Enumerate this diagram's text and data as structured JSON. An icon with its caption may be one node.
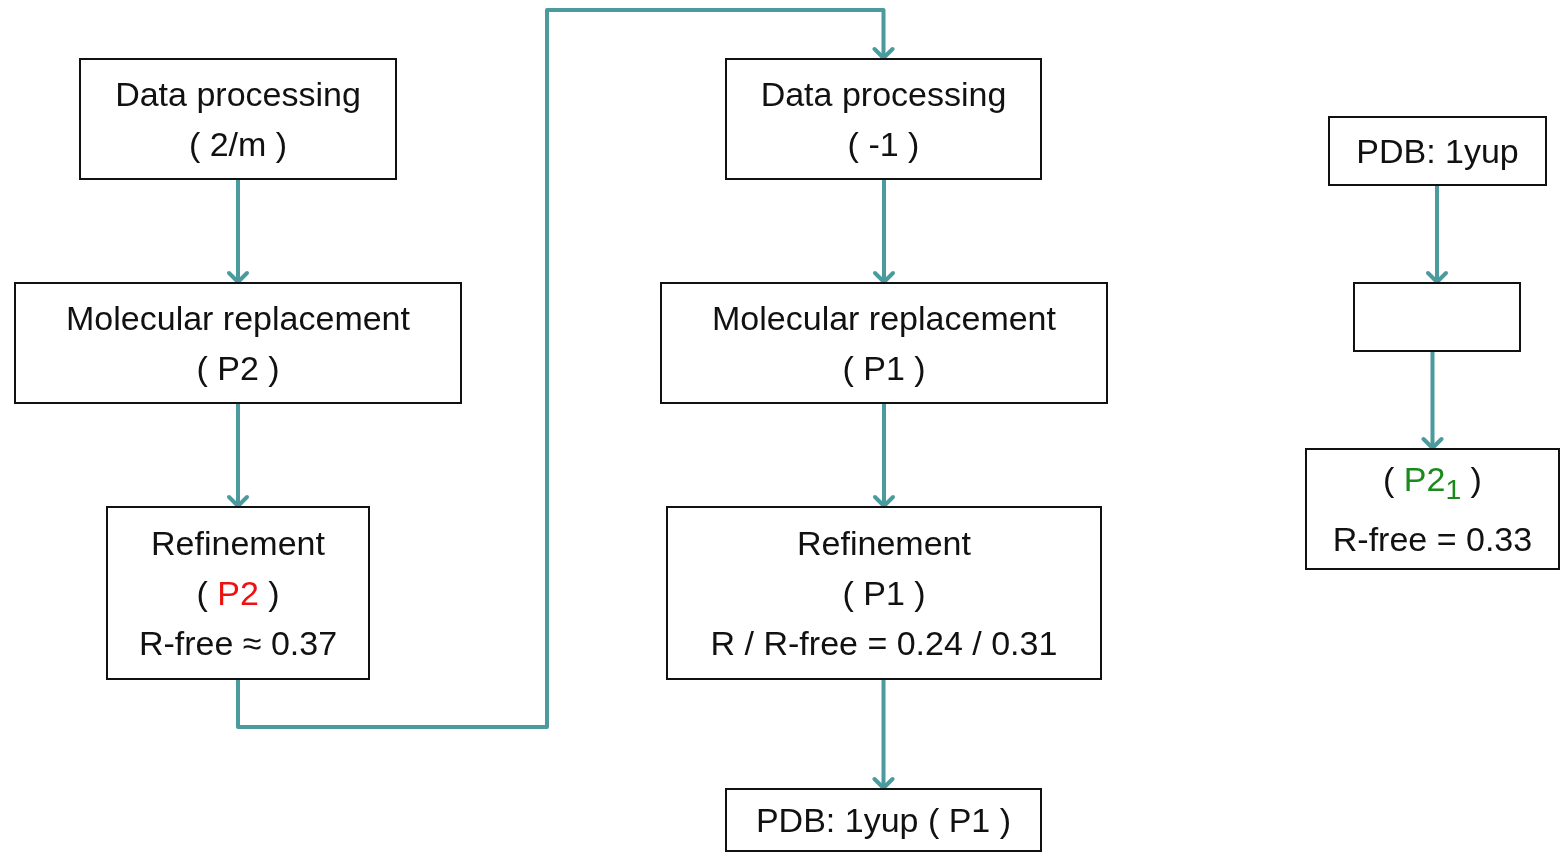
{
  "diagram": {
    "nodes": [
      {
        "text": [
          "Data processing",
          "( 2/m )"
        ]
      },
      {
        "text": [
          "Molecular replacement",
          "( P2 )"
        ]
      },
      {
        "text": [
          "Refinement",
          "( P2 )",
          "R-free ≈ 0.37"
        ]
      },
      {
        "text": [
          "Data processing",
          "( -1 )"
        ]
      },
      {
        "text": [
          "Molecular replacement",
          "( P1 )"
        ]
      },
      {
        "text": [
          "Refinement",
          "( P1 )",
          "R / R-free = 0.24 / 0.31"
        ]
      },
      {
        "text": [
          "PDB: 1yup ( P1 )"
        ]
      },
      {
        "text": [
          "PDB: 1yup"
        ]
      },
      {
        "text": [],
        "shape": "box"
      },
      {
        "text": [
          "( P2$_{1}$ )",
          "R-free = 0.33"
        ]
      }
    ],
    "edges": [
      {
        "from": 0,
        "to": 1,
        "arrow": "to"
      },
      {
        "from": 1,
        "to": 2,
        "arrow": "to"
      },
      {
        "from": 2,
        "to": 3,
        "arrow": "to"
      },
      {
        "from": 3,
        "to": 4,
        "arrow": "to"
      },
      {
        "from": 4,
        "to": 5,
        "arrow": "to"
      },
      {
        "from": 5,
        "to": 6,
        "arrow": "to"
      },
      {
        "from": 7,
        "to": 8,
        "arrow": "to"
      },
      {
        "from": 8,
        "to": 9,
        "arrow": "to"
      }
    ]
  }
}
